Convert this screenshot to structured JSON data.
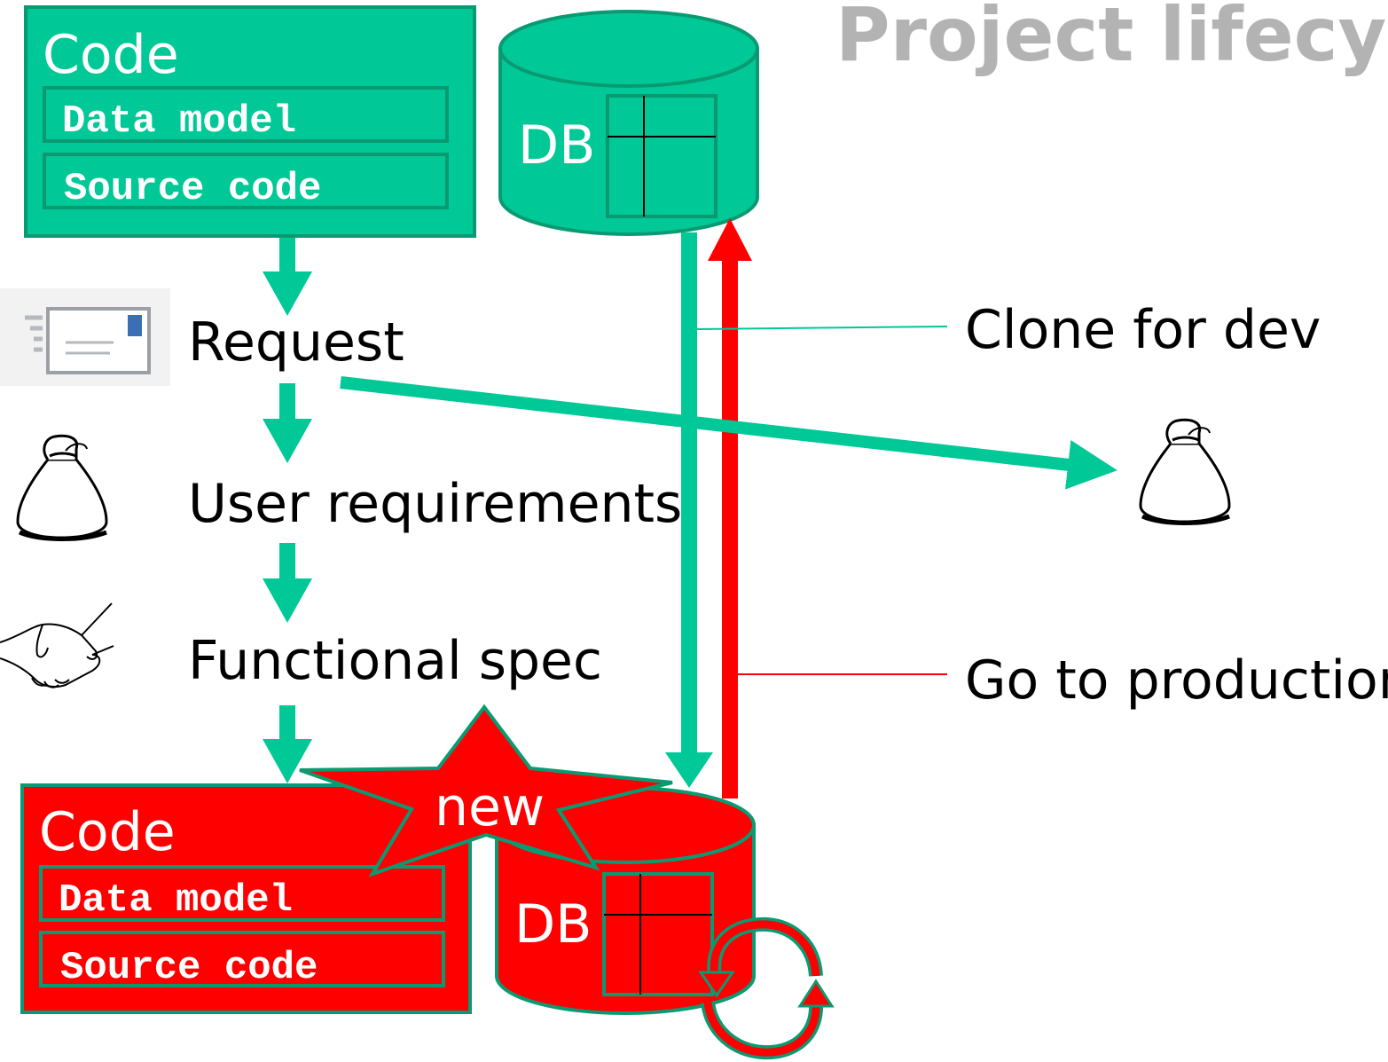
{
  "title": "Project lifecy",
  "colors": {
    "green": "#00c896",
    "green_dark": "#0a9a72",
    "red": "#ff0000",
    "title_gray": "#b3b3b3"
  },
  "top_code_box": {
    "title": "Code",
    "row1": "Data model",
    "row2": "Source code"
  },
  "top_db": {
    "label": "DB"
  },
  "steps": {
    "request": "Request",
    "user_requirements": "User requirements",
    "functional_spec": "Functional spec"
  },
  "callouts": {
    "clone": "Clone for dev",
    "production": "Go to production"
  },
  "new_star": {
    "label": "new"
  },
  "bottom_code_box": {
    "title": "Code",
    "row1": "Data model",
    "row2": "Source code"
  },
  "bottom_db": {
    "label": "DB"
  },
  "icons": [
    "envelope-icon",
    "money-bag-icon",
    "handshake-icon",
    "money-bag-icon",
    "cycle-arrows-icon"
  ]
}
